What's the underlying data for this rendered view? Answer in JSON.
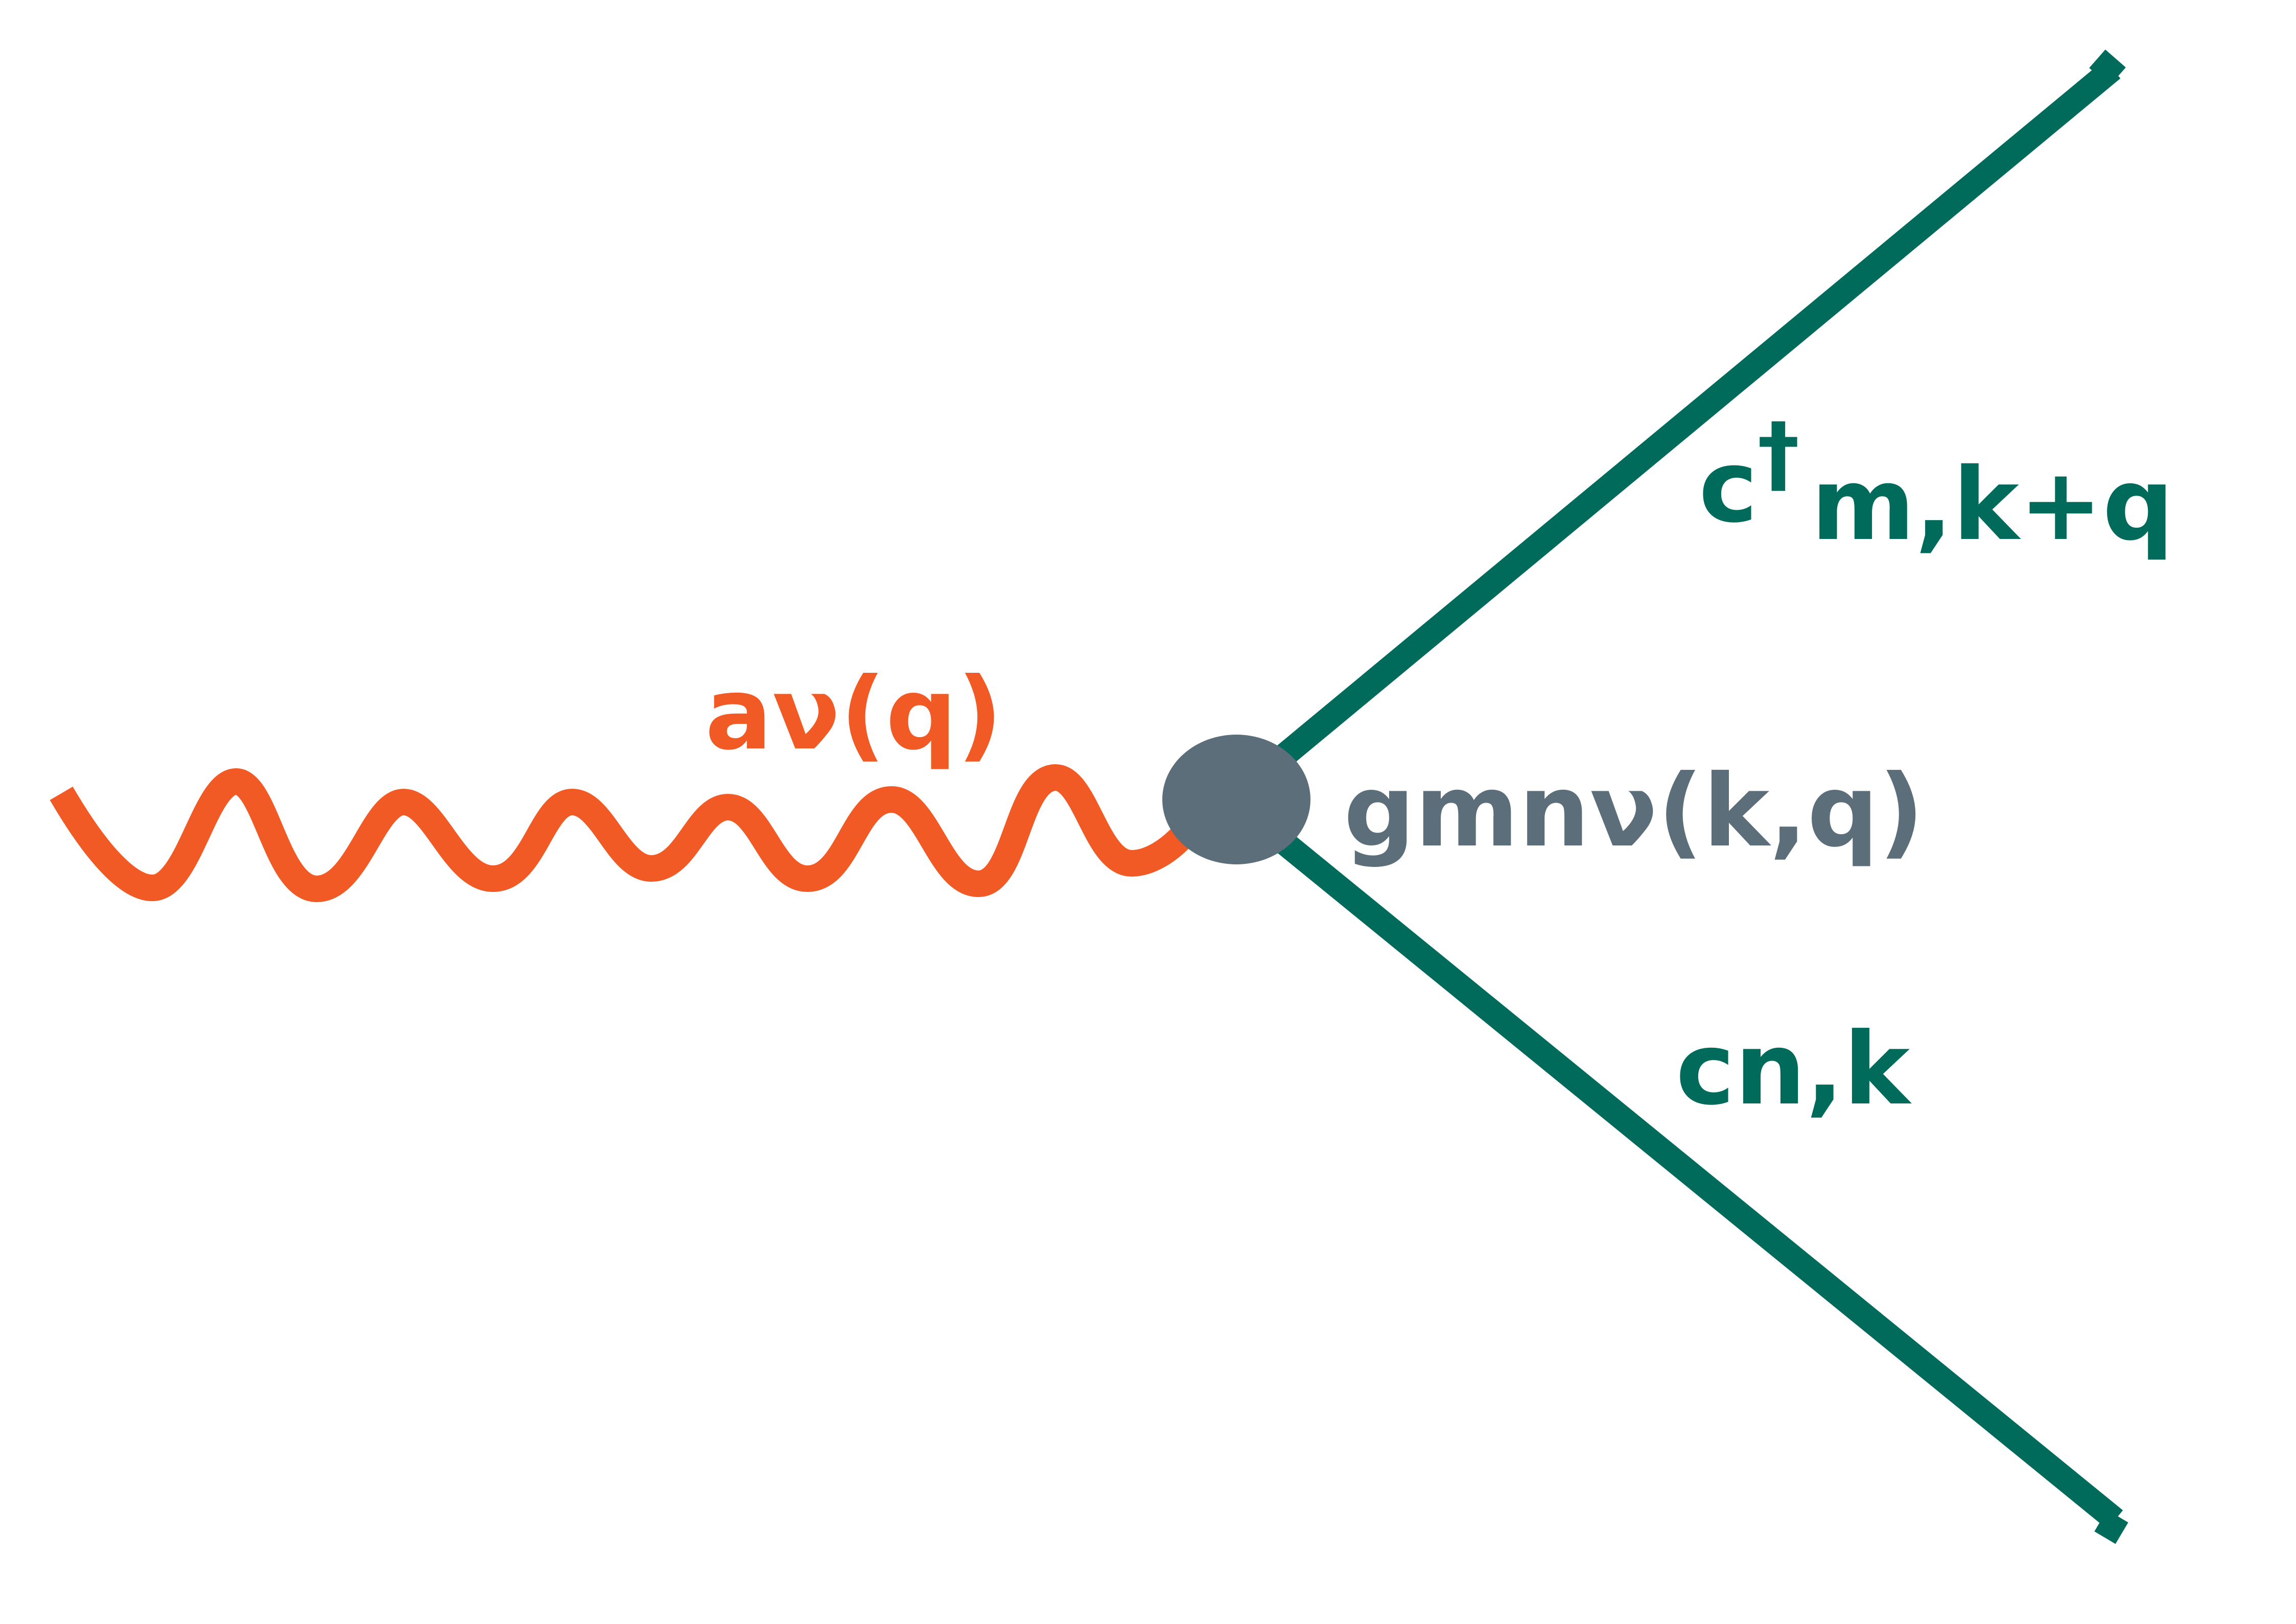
{
  "colors": {
    "photon": "#F15A24",
    "fermion": "#006B5A",
    "vertex": "#5C6E7A",
    "background": "#FFFFFF"
  },
  "labels": {
    "photon": "aν(q)",
    "vertex": "gmnν(k,q)",
    "outgoing_op": "c",
    "outgoing_dagger": "†",
    "outgoing_sub": "m,k+q",
    "incoming": "cn,k"
  }
}
